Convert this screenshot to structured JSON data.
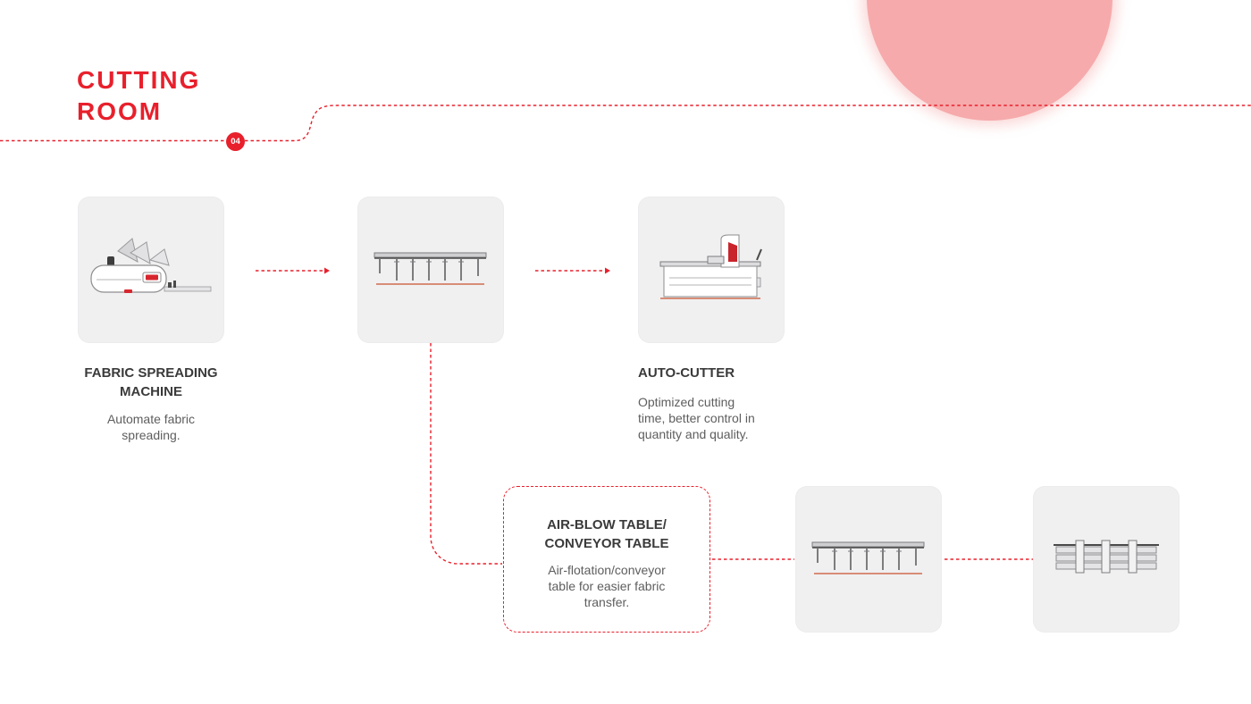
{
  "section": {
    "title_line1": "CUTTING",
    "title_line2": "ROOM",
    "step_number": "04"
  },
  "colors": {
    "accent": "#e8202c",
    "decor_circle": "#f6aaab",
    "card_background": "#f0f0f1"
  },
  "nodes": [
    {
      "id": "fabric-spreading-machine",
      "icon": "fabric-spreading-machine-icon",
      "title_line1": "FABRIC SPREADING",
      "title_line2": "MACHINE",
      "desc_line1": "Automate fabric",
      "desc_line2": "spreading."
    },
    {
      "id": "spreading-table",
      "icon": "spreading-table-icon"
    },
    {
      "id": "auto-cutter",
      "icon": "auto-cutter-icon",
      "title": "AUTO-CUTTER",
      "desc_line1": "Optimized cutting",
      "desc_line2": "time, better control in",
      "desc_line3": "quantity and quality."
    },
    {
      "id": "air-blow-table",
      "title_line1": "AIR-BLOW TABLE/",
      "title_line2": "CONVEYOR TABLE",
      "desc_line1": "Air-flotation/conveyor",
      "desc_line2": "table for easier fabric",
      "desc_line3": "transfer."
    },
    {
      "id": "conveyor-table",
      "icon": "conveyor-table-icon"
    },
    {
      "id": "fabric-storage-rack",
      "icon": "fabric-storage-rack-icon"
    }
  ]
}
